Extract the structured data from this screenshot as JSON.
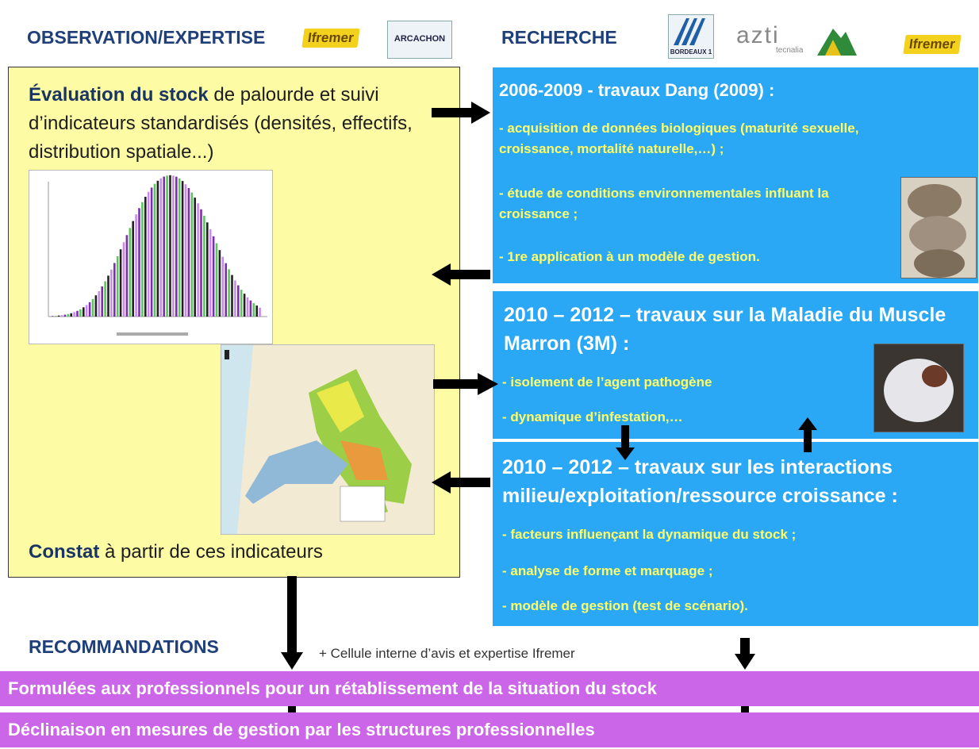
{
  "header": {
    "left_title": "OBSERVATION/EXPERTISE",
    "right_title": "RECHERCHE",
    "logos": {
      "ifremer": "Ifremer",
      "arcachon": "ARCACHON",
      "bordeaux": "BORDEAUX 1",
      "azti": "azti",
      "azti_sub": "tecnalia",
      "ifremer2": "Ifremer"
    }
  },
  "left_panel": {
    "text1_bold": "Évaluation du stock",
    "text1_rest": " de palourde et suivi d’indicateurs standardisés (densités, effectifs, distribution spatiale...)",
    "constat_bold": "Constat",
    "constat_rest": " à partir de ces indicateurs"
  },
  "box1": {
    "title": "2006-2009 - travaux Dang  (2009) :",
    "items": [
      "- acquisition de données biologiques (maturité sexuelle, croissance, mortalité naturelle,…) ;",
      "- étude de conditions environnementales influant la croissance ;",
      "- 1re application à un modèle de gestion."
    ]
  },
  "box2": {
    "title": "2010 – 2012 – travaux sur la Maladie du Muscle Marron (3M) :",
    "items": [
      "-  isolement de l’agent pathogène",
      "- dynamique d’infestation,…"
    ]
  },
  "box3": {
    "title": "2010 – 2012 – travaux sur les interactions milieu/exploitation/ressource croissance :",
    "items": [
      "- facteurs influençant la dynamique  du stock ;",
      "- analyse de forme et marquage ;",
      "- modèle de gestion (test de scénario)."
    ]
  },
  "recommandations": "RECOMMANDATIONS",
  "cellule": "+ Cellule interne d’avis et expertise Ifremer",
  "bar1": "Formulées aux professionnels pour un rétablissement de la situation du stock",
  "bar2": "Déclinaison en mesures de gestion par les structures professionnelles",
  "colors": {
    "yellow_panel": "#fdfca5",
    "blue_box": "#2aa7f5",
    "pink_bar": "#cc66e8",
    "header": "#1f3f7a",
    "item_text": "#ffff66"
  }
}
